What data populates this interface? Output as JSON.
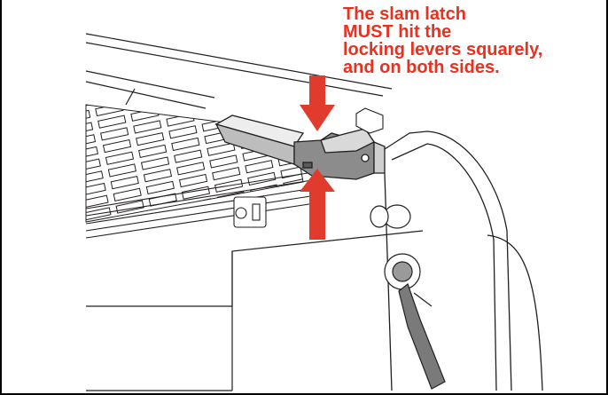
{
  "caption": {
    "lines": [
      "The slam latch",
      "MUST hit the",
      "locking levers squarely,",
      "and on both sides."
    ],
    "color": "#e8311f"
  },
  "arrows": {
    "color": "#e03b2c",
    "top_direction": "down",
    "bottom_direction": "up"
  },
  "line_art_color": "#231f20"
}
